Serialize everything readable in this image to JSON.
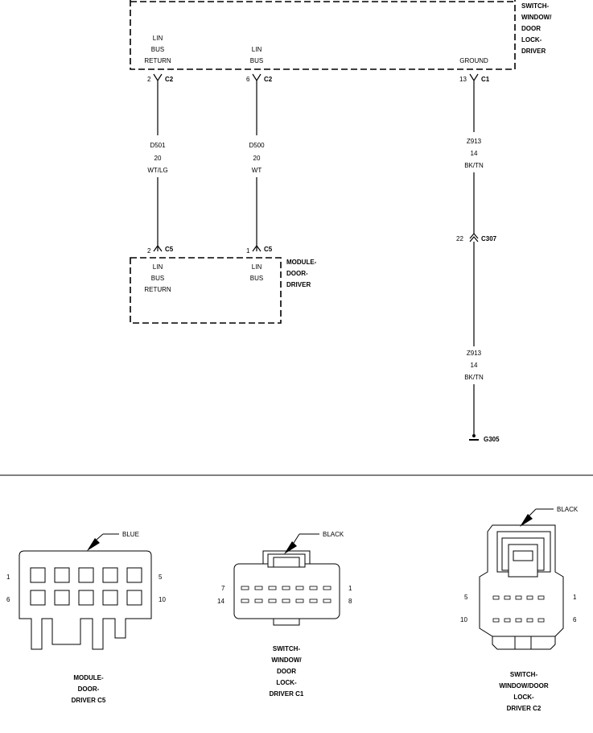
{
  "switch_top": {
    "name_lines": [
      "SWITCH-",
      "WINDOW/",
      "DOOR",
      "LOCK-",
      "DRIVER"
    ],
    "pins": [
      {
        "label_lines": [
          "LIN",
          "BUS",
          "RETURN"
        ],
        "cavity": "2",
        "connector": "C2"
      },
      {
        "label_lines": [
          "LIN",
          "BUS"
        ],
        "cavity": "6",
        "connector": "C2"
      },
      {
        "label_lines": [
          "GROUND"
        ],
        "cavity": "13",
        "connector": "C1"
      }
    ]
  },
  "wires": [
    {
      "circuit": "D501",
      "gauge": "20",
      "color": "WT/LG"
    },
    {
      "circuit": "D500",
      "gauge": "20",
      "color": "WT"
    },
    {
      "circuit": "Z913",
      "gauge": "14",
      "color": "BK/TN"
    },
    {
      "circuit": "Z913",
      "gauge": "14",
      "color": "BK/TN"
    }
  ],
  "inline_connector": {
    "cavity": "22",
    "name": "C307"
  },
  "ground": {
    "name": "G305"
  },
  "module": {
    "name_lines": [
      "MODULE-",
      "DOOR-",
      "DRIVER"
    ],
    "pins": [
      {
        "label_lines": [
          "LIN",
          "BUS",
          "RETURN"
        ],
        "cavity": "2",
        "connector": "C5"
      },
      {
        "label_lines": [
          "LIN",
          "BUS"
        ],
        "cavity": "1",
        "connector": "C5"
      }
    ]
  },
  "connector_views": [
    {
      "color": "BLUE",
      "pin_labels": [
        "1",
        "5",
        "6",
        "10"
      ],
      "name_lines": [
        "MODULE-",
        "DOOR-",
        "DRIVER C5"
      ]
    },
    {
      "color": "BLACK",
      "pin_labels": [
        "7",
        "1",
        "14",
        "8"
      ],
      "name_lines": [
        "SWITCH-",
        "WINDOW/",
        "DOOR",
        "LOCK-",
        "DRIVER C1"
      ]
    },
    {
      "color": "BLACK",
      "pin_labels": [
        "5",
        "1",
        "10",
        "6"
      ],
      "name_lines": [
        "SWITCH-",
        "WINDOW/DOOR",
        "LOCK-",
        "DRIVER C2"
      ]
    }
  ]
}
